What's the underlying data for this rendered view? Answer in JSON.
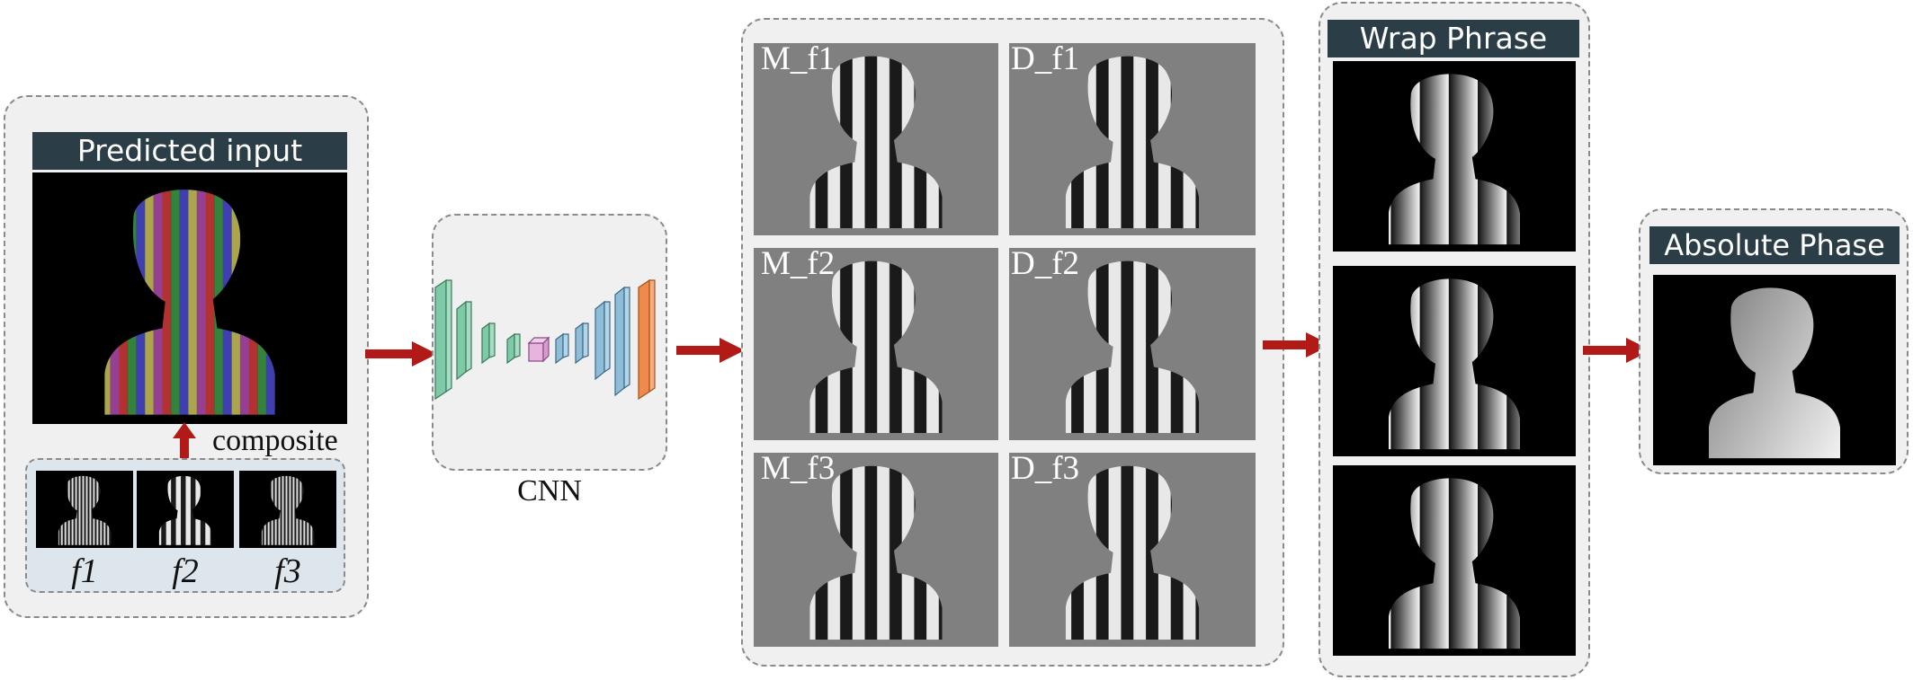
{
  "input_panel": {
    "title": "Predicted input",
    "composite_label": "composite",
    "frequencies": [
      "f1",
      "f2",
      "f3"
    ]
  },
  "cnn": {
    "label": "CNN"
  },
  "fringe_grid": {
    "labels": [
      "M_f1",
      "D_f1",
      "M_f2",
      "D_f2",
      "M_f3",
      "D_f3"
    ]
  },
  "wrap_panel": {
    "title": "Wrap Phrase"
  },
  "absolute_panel": {
    "title": "Absolute Phase"
  },
  "colors": {
    "arrow": "#b21a17",
    "title_bg": "#2b3e48",
    "panel_bg": "#f0f0f0",
    "fringe_bg": "#808080",
    "cnn_green": "#7ec9a6",
    "cnn_pink": "#e6b4de",
    "cnn_blue": "#8fbcd6",
    "cnn_orange": "#f08a4b"
  }
}
